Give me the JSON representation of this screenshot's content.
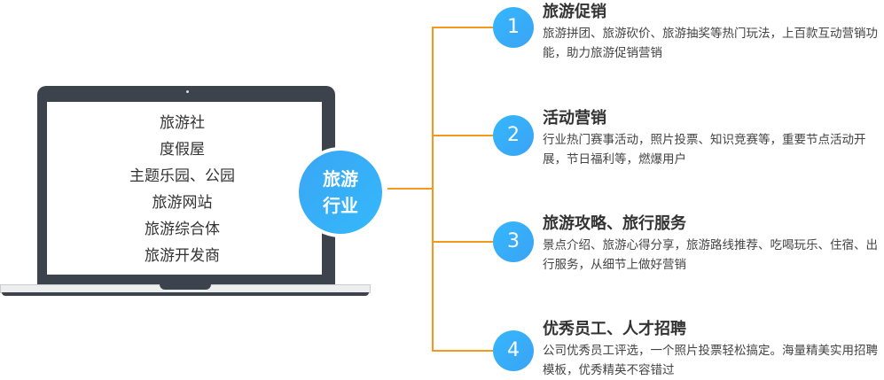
{
  "laptop_items": [
    "旅游社",
    "度假屋",
    "主题乐园、公园",
    "旅游网站",
    "旅游综合体",
    "旅游开发商"
  ],
  "hub": {
    "line1": "旅游",
    "line2": "行业"
  },
  "features": [
    {
      "num": "1",
      "title": "旅游促销",
      "desc": "旅游拼团、旅游砍价、旅游抽奖等热门玩法，上百款互动营销功能，助力旅游促销营销"
    },
    {
      "num": "2",
      "title": "活动营销",
      "desc": "行业热门赛事活动，照片投票、知识竞赛等，重要节点活动开展，节日福利等，燃爆用户"
    },
    {
      "num": "3",
      "title": "旅游攻略、旅行服务",
      "desc": "景点介绍、旅游心得分享，旅游路线推荐、吃喝玩乐、住宿、出行服务，从细节上做好营销"
    },
    {
      "num": "4",
      "title": "优秀员工、人才招聘",
      "desc": "公司优秀员工评选，一个照片投票轻松搞定。海量精美实用招聘模板，优秀精英不容错过"
    }
  ]
}
